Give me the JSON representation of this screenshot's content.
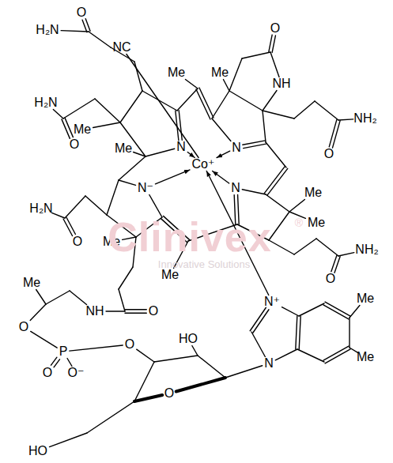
{
  "diagram": {
    "labels": [
      "O",
      "H₂N",
      "NC",
      "O",
      "Me",
      "Me",
      "NH",
      "H₂N",
      "NH₂",
      "Me",
      "O",
      "Me",
      "N",
      "N",
      "O",
      "Co⁺",
      "N⁻",
      "N",
      "Me",
      "Me",
      "H₂N",
      "O",
      "Me",
      "NH₂",
      "Me",
      "O",
      "Me",
      "N⁺",
      "Me",
      "NH",
      "O",
      "O",
      "HO",
      "O",
      "P",
      "Me",
      "N",
      "O",
      "O⁻",
      "O",
      "HO",
      "Clinivex",
      "®",
      "Innovative Solutions"
    ]
  }
}
